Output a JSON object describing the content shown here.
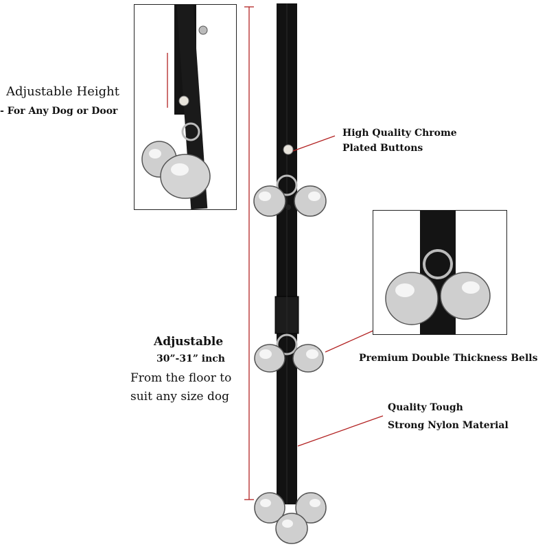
{
  "labels": {
    "adjustable_height": "Adjustable Height",
    "for_any_dog": "- For Any Dog or Door",
    "high_quality_line1": "High Quality Chrome",
    "high_quality_line2": "Plated Buttons",
    "premium_bells": "Premium Double Thickness Bells",
    "nylon_line1": "Quality Tough",
    "nylon_line2": "Strong Nylon Material",
    "adjustable": "Adjustable",
    "length_range": "30”-31” inch",
    "from_floor": "From the floor to",
    "suit_any": "suit any size dog"
  },
  "colors": {
    "strap": "#111111",
    "accent_line": "#b22222",
    "bell_light": "#f2f2f2",
    "bell_dark": "#8a8a8a"
  }
}
